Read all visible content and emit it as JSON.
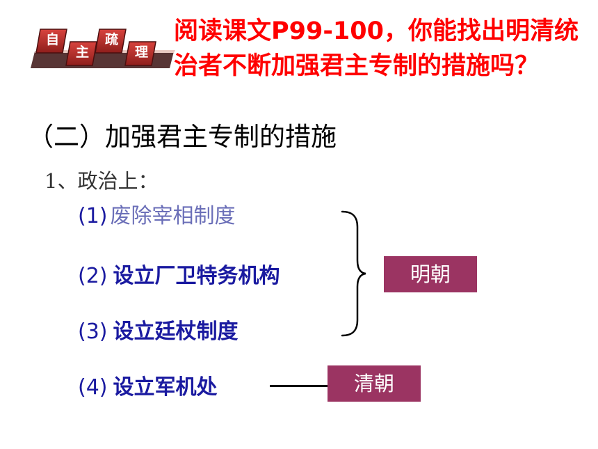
{
  "badge": {
    "chars": [
      "自",
      "主",
      "疏",
      "理"
    ]
  },
  "question": {
    "text": "阅读课文P99-100，你能找出明清统治者不断加强君主专制的措施吗？"
  },
  "section": {
    "heading": "（二）加强君主专制的措施",
    "subheading": "1、政治上："
  },
  "items": [
    {
      "num": "(1)",
      "text": "废除宰相制度"
    },
    {
      "num": "(2)",
      "text": "设立厂卫特务机构"
    },
    {
      "num": "(3)",
      "text": "设立廷杖制度"
    },
    {
      "num": "(4)",
      "text": "设立军机处"
    }
  ],
  "dynasties": {
    "ming": "明朝",
    "qing": "清朝"
  },
  "colors": {
    "badge_dark": "#5a1a1a",
    "badge_red": "#b8322f",
    "question_red": "#ff0000",
    "dynasty_box": "#9b3462",
    "item_blue": "#1a1aa0"
  }
}
